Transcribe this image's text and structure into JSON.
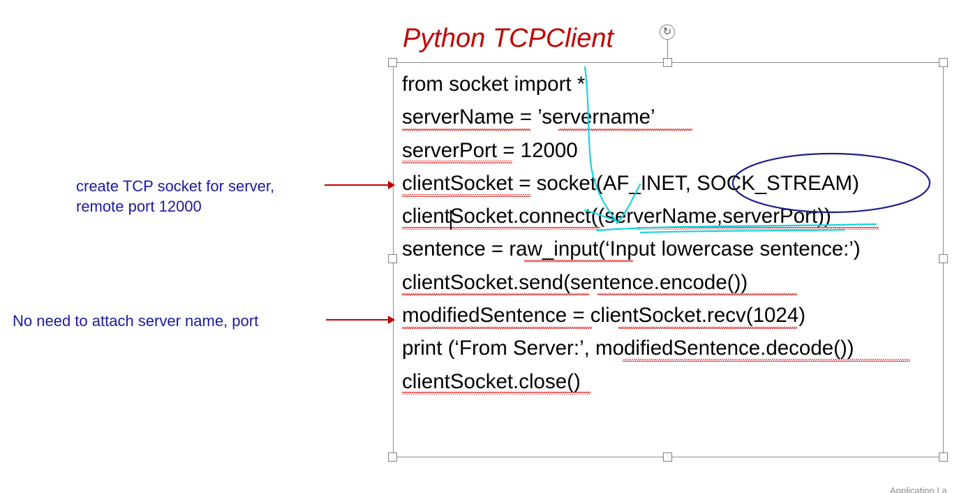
{
  "slide": {
    "title": "Python TCPClient",
    "code_lines": [
      "from socket import *",
      "serverName = ’servername’",
      "serverPort = 12000",
      "clientSocket = socket(AF_INET, SOCK_STREAM)",
      "clientSocket.connect((serverName,serverPort))",
      "sentence = raw_input(‘Input lowercase sentence:’)",
      "clientSocket.send(sentence.encode())",
      "modifiedSentence = clientSocket.recv(1024)",
      "print (‘From Server:’, modifiedSentence.decode())",
      "clientSocket.close()"
    ],
    "annotations": {
      "socket_line1": "create TCP socket for server,",
      "socket_line2": "remote port 12000",
      "recv_note": "No need to attach server name, port"
    },
    "footer": "Application La"
  },
  "colors": {
    "title": "#c00000",
    "annotation_text": "#1a1aa0",
    "arrow": "#c00000",
    "ink_cyan": "#17d3e0",
    "ink_navy": "#1c1c8c",
    "spellcheck": "#e02020"
  },
  "icons": {
    "rotate": "rotate-handle-icon"
  }
}
